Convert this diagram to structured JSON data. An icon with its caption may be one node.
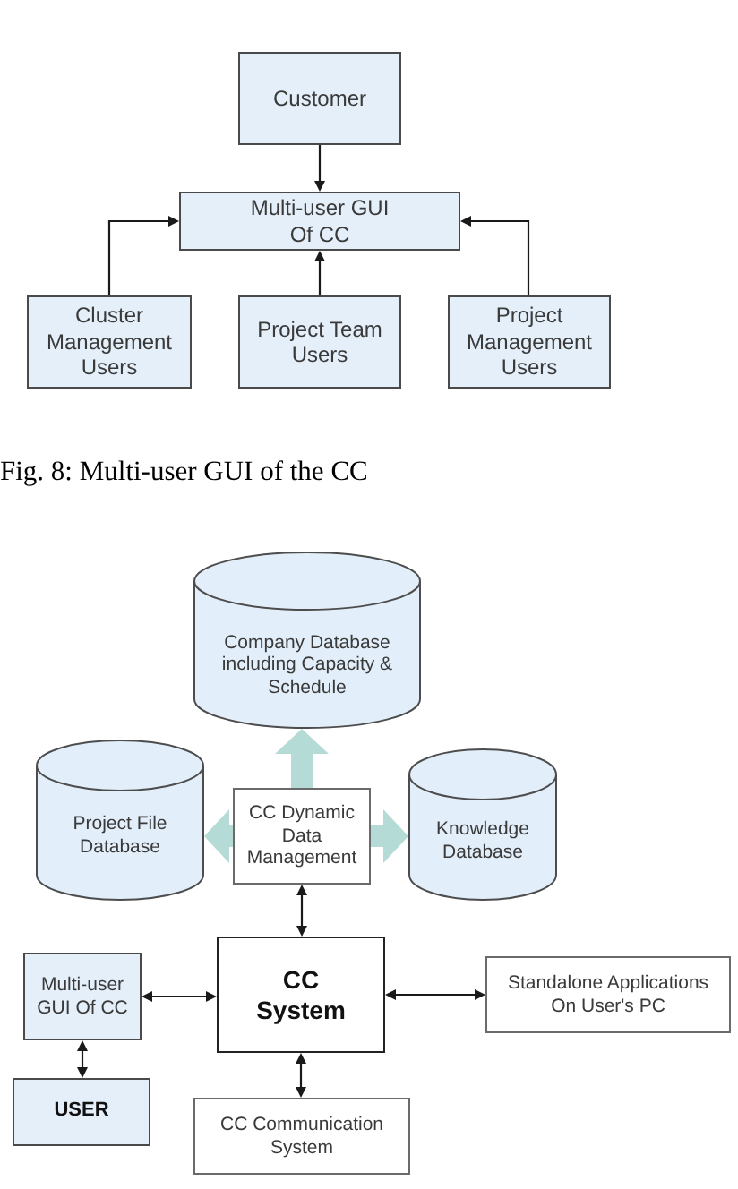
{
  "diagram": {
    "caption": "Fig. 8: Multi-user GUI of the CC",
    "nodes": [
      {
        "text": [
          "Customer"
        ]
      },
      {
        "text": [
          "Multi-user GUI Of CC"
        ]
      },
      {
        "text": [
          "Cluster Management Users"
        ]
      },
      {
        "text": [
          "Project Team Users"
        ]
      },
      {
        "text": [
          "Project Management Users"
        ]
      },
      {
        "text": [
          "Company Database including Capacity & Schedule"
        ]
      },
      {
        "text": [
          "Project File Database"
        ]
      },
      {
        "text": [
          "CC Dynamic Data Management"
        ]
      },
      {
        "text": [
          "Knowledge Database"
        ]
      },
      {
        "text": [
          "Multi-user GUI Of CC"
        ]
      },
      {
        "text": [
          "CC System"
        ]
      },
      {
        "text": [
          "Standalone Applications On User's PC"
        ]
      },
      {
        "text": [
          "USER"
        ]
      },
      {
        "text": [
          "CC Communication System"
        ]
      }
    ],
    "edges": [
      {
        "from": 0,
        "to": 1,
        "arrow": "to"
      },
      {
        "from": 2,
        "to": 1,
        "arrow": "to"
      },
      {
        "from": 3,
        "to": 1,
        "arrow": "to"
      },
      {
        "from": 4,
        "to": 1,
        "arrow": "to"
      },
      {
        "from": 7,
        "to": 5,
        "arrow": "to",
        "style": "thick",
        "color": "#b5dbd6"
      },
      {
        "from": 7,
        "to": 6,
        "arrow": "to",
        "style": "thick",
        "color": "#b5dbd6"
      },
      {
        "from": 7,
        "to": 8,
        "arrow": "to",
        "style": "thick",
        "color": "#b5dbd6"
      },
      {
        "from": 7,
        "to": 10,
        "arrow": "both"
      },
      {
        "from": 9,
        "to": 10,
        "arrow": "both"
      },
      {
        "from": 10,
        "to": 11,
        "arrow": "both"
      },
      {
        "from": 9,
        "to": 12,
        "arrow": "both"
      },
      {
        "from": 10,
        "to": 13,
        "arrow": "both"
      }
    ]
  }
}
